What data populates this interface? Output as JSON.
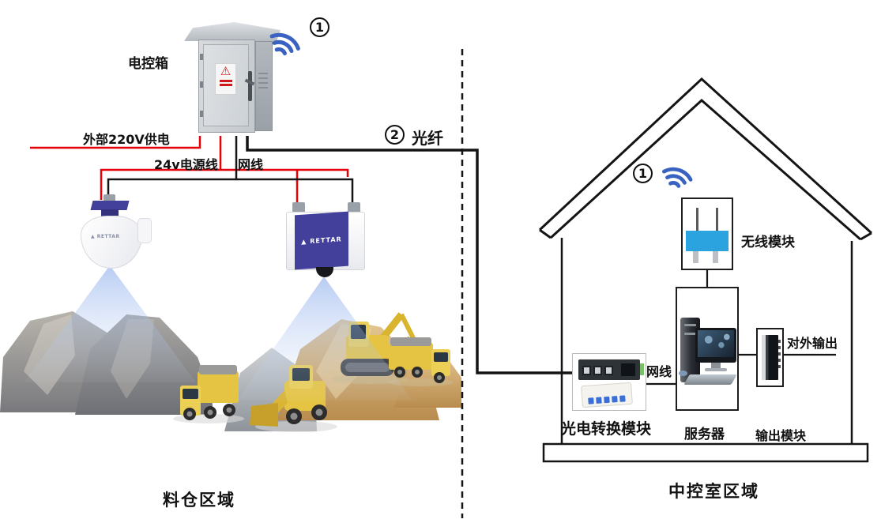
{
  "zones": {
    "left": "料仓区域",
    "right": "中控室区域"
  },
  "cabinet": {
    "label": "电控箱",
    "warning": "⚠"
  },
  "badges": {
    "one": "1",
    "two": "2"
  },
  "wires": {
    "power220": "外部220V供电",
    "power24": "24v电源线",
    "lan": "网线",
    "fiber": "光纤"
  },
  "house": {
    "wireless_module": "无线模块",
    "lan": "网线",
    "server": "服务器",
    "external_output": "对外输出",
    "output_module": "输出模块",
    "converter": "光电转换模块"
  },
  "devices": {
    "brand_mark": "▲",
    "brand": "RETTAR"
  },
  "colors": {
    "wire_red": "#e60008",
    "wire_black": "#141414",
    "wifi_blue": "#3a62c1",
    "module_blue": "#2aa3de",
    "device_purple": "#42409a"
  }
}
